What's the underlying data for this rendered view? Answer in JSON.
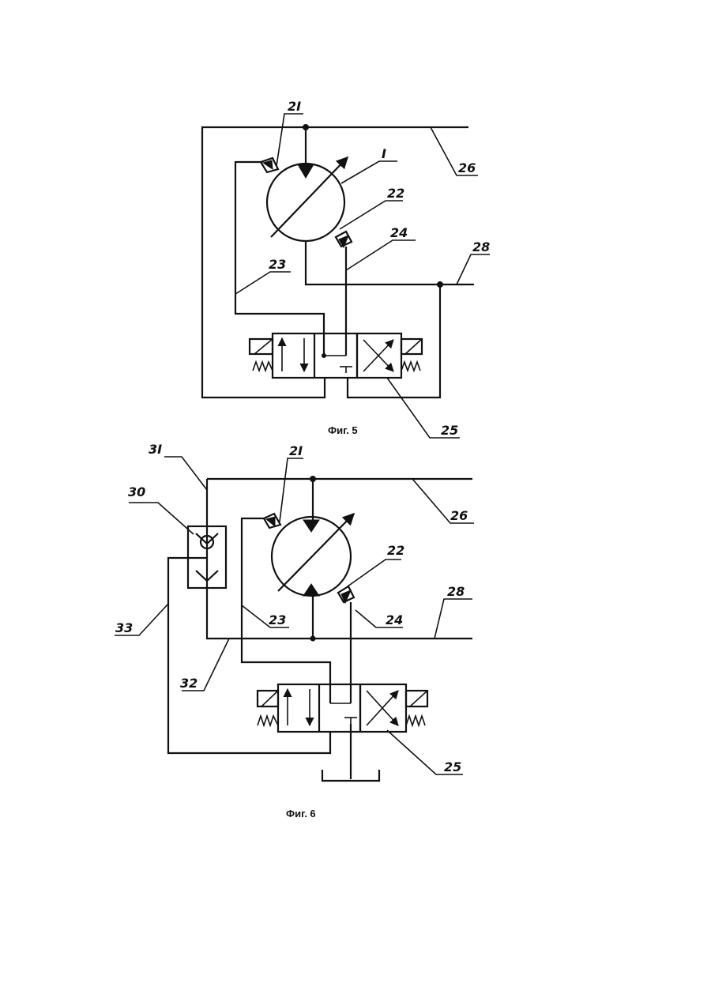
{
  "figures": [
    {
      "caption": "Фиг. 5",
      "labels": {
        "l21": "2I",
        "l1": "I",
        "l22": "22",
        "l24": "24",
        "l23": "23",
        "l26": "26",
        "l28": "28",
        "l25": "25"
      }
    },
    {
      "caption": "Фиг. 6",
      "labels": {
        "l31": "3I",
        "l21": "2I",
        "l30": "30",
        "l26": "26",
        "l22": "22",
        "l23": "23",
        "l24": "24",
        "l28": "28",
        "l33": "33",
        "l32": "32",
        "l25": "25"
      }
    }
  ]
}
